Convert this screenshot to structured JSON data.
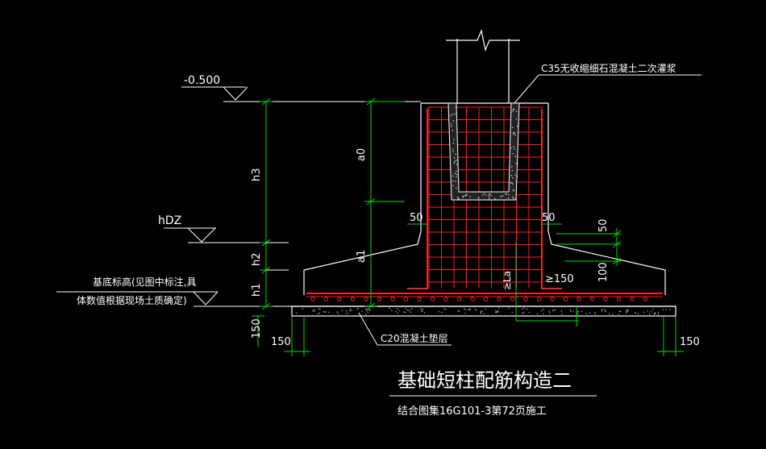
{
  "title": "基础短柱配筋构造二",
  "subtitle": "结合图集16G101-3第72页施工",
  "labels": {
    "elev_top": "-0.500",
    "hdz": "hDZ",
    "base_elev_line1": "基底标高(见图中标注,具",
    "base_elev_line2": "体数值根据现场土质确定)",
    "grout_note": "C35无收缩细石混凝土二次灌浆",
    "cushion_note": "C20混凝土垫层",
    "h3": "h3",
    "h2": "h2",
    "h1": "h1",
    "a0": "a0",
    "a1": "a1",
    "la": "≥La",
    "dim150_v": "150",
    "dim150_left": "150",
    "dim150_right": "150",
    "dim50_left": "50",
    "dim50_right": "50",
    "dim50_side": "50",
    "dim100": "100",
    "ge150": "≥150"
  },
  "colors": {
    "line": "#ffffff",
    "rebar": "#ff2020",
    "dim": "#00dd00",
    "background": "#000000"
  }
}
